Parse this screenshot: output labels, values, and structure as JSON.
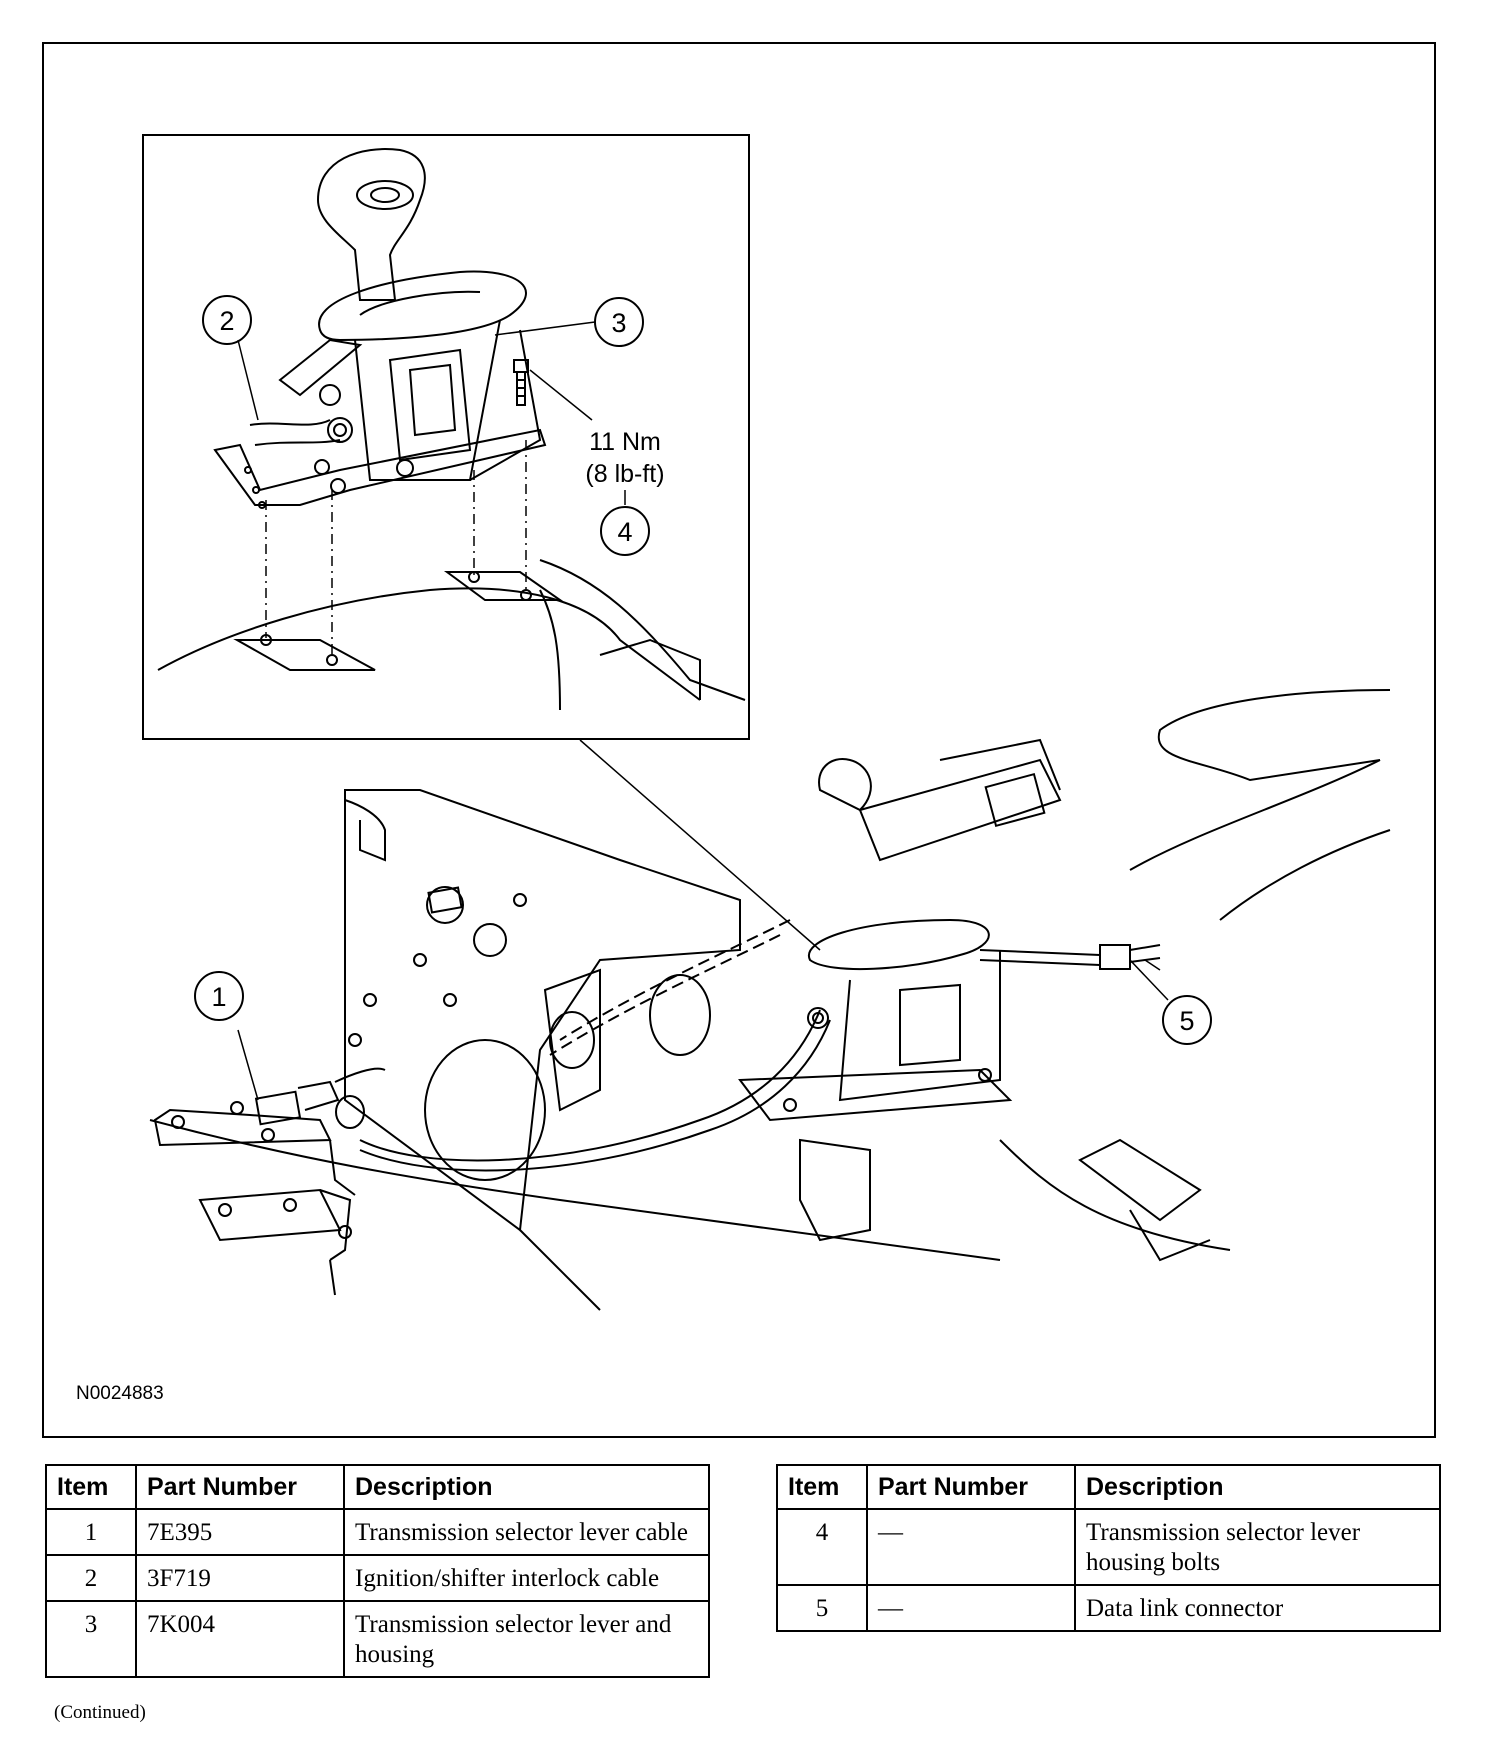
{
  "figure": {
    "id": "N0024883",
    "callouts": [
      "1",
      "2",
      "3",
      "4",
      "5"
    ],
    "torque_nm": "11 Nm",
    "torque_lbft": "(8 lb-ft)"
  },
  "tables": {
    "headers": {
      "item": "Item",
      "part_number": "Part Number",
      "description": "Description"
    },
    "left_rows": [
      {
        "item": "1",
        "part_number": "7E395",
        "description": "Transmission selector lever cable"
      },
      {
        "item": "2",
        "part_number": "3F719",
        "description": "Ignition/shifter interlock cable"
      },
      {
        "item": "3",
        "part_number": "7K004",
        "description": "Transmission selector lever and housing"
      }
    ],
    "right_rows": [
      {
        "item": "4",
        "part_number": "—",
        "description": "Transmission selector lever housing bolts"
      },
      {
        "item": "5",
        "part_number": "—",
        "description": "Data link connector"
      }
    ]
  },
  "footer": {
    "continued": "(Continued)"
  }
}
